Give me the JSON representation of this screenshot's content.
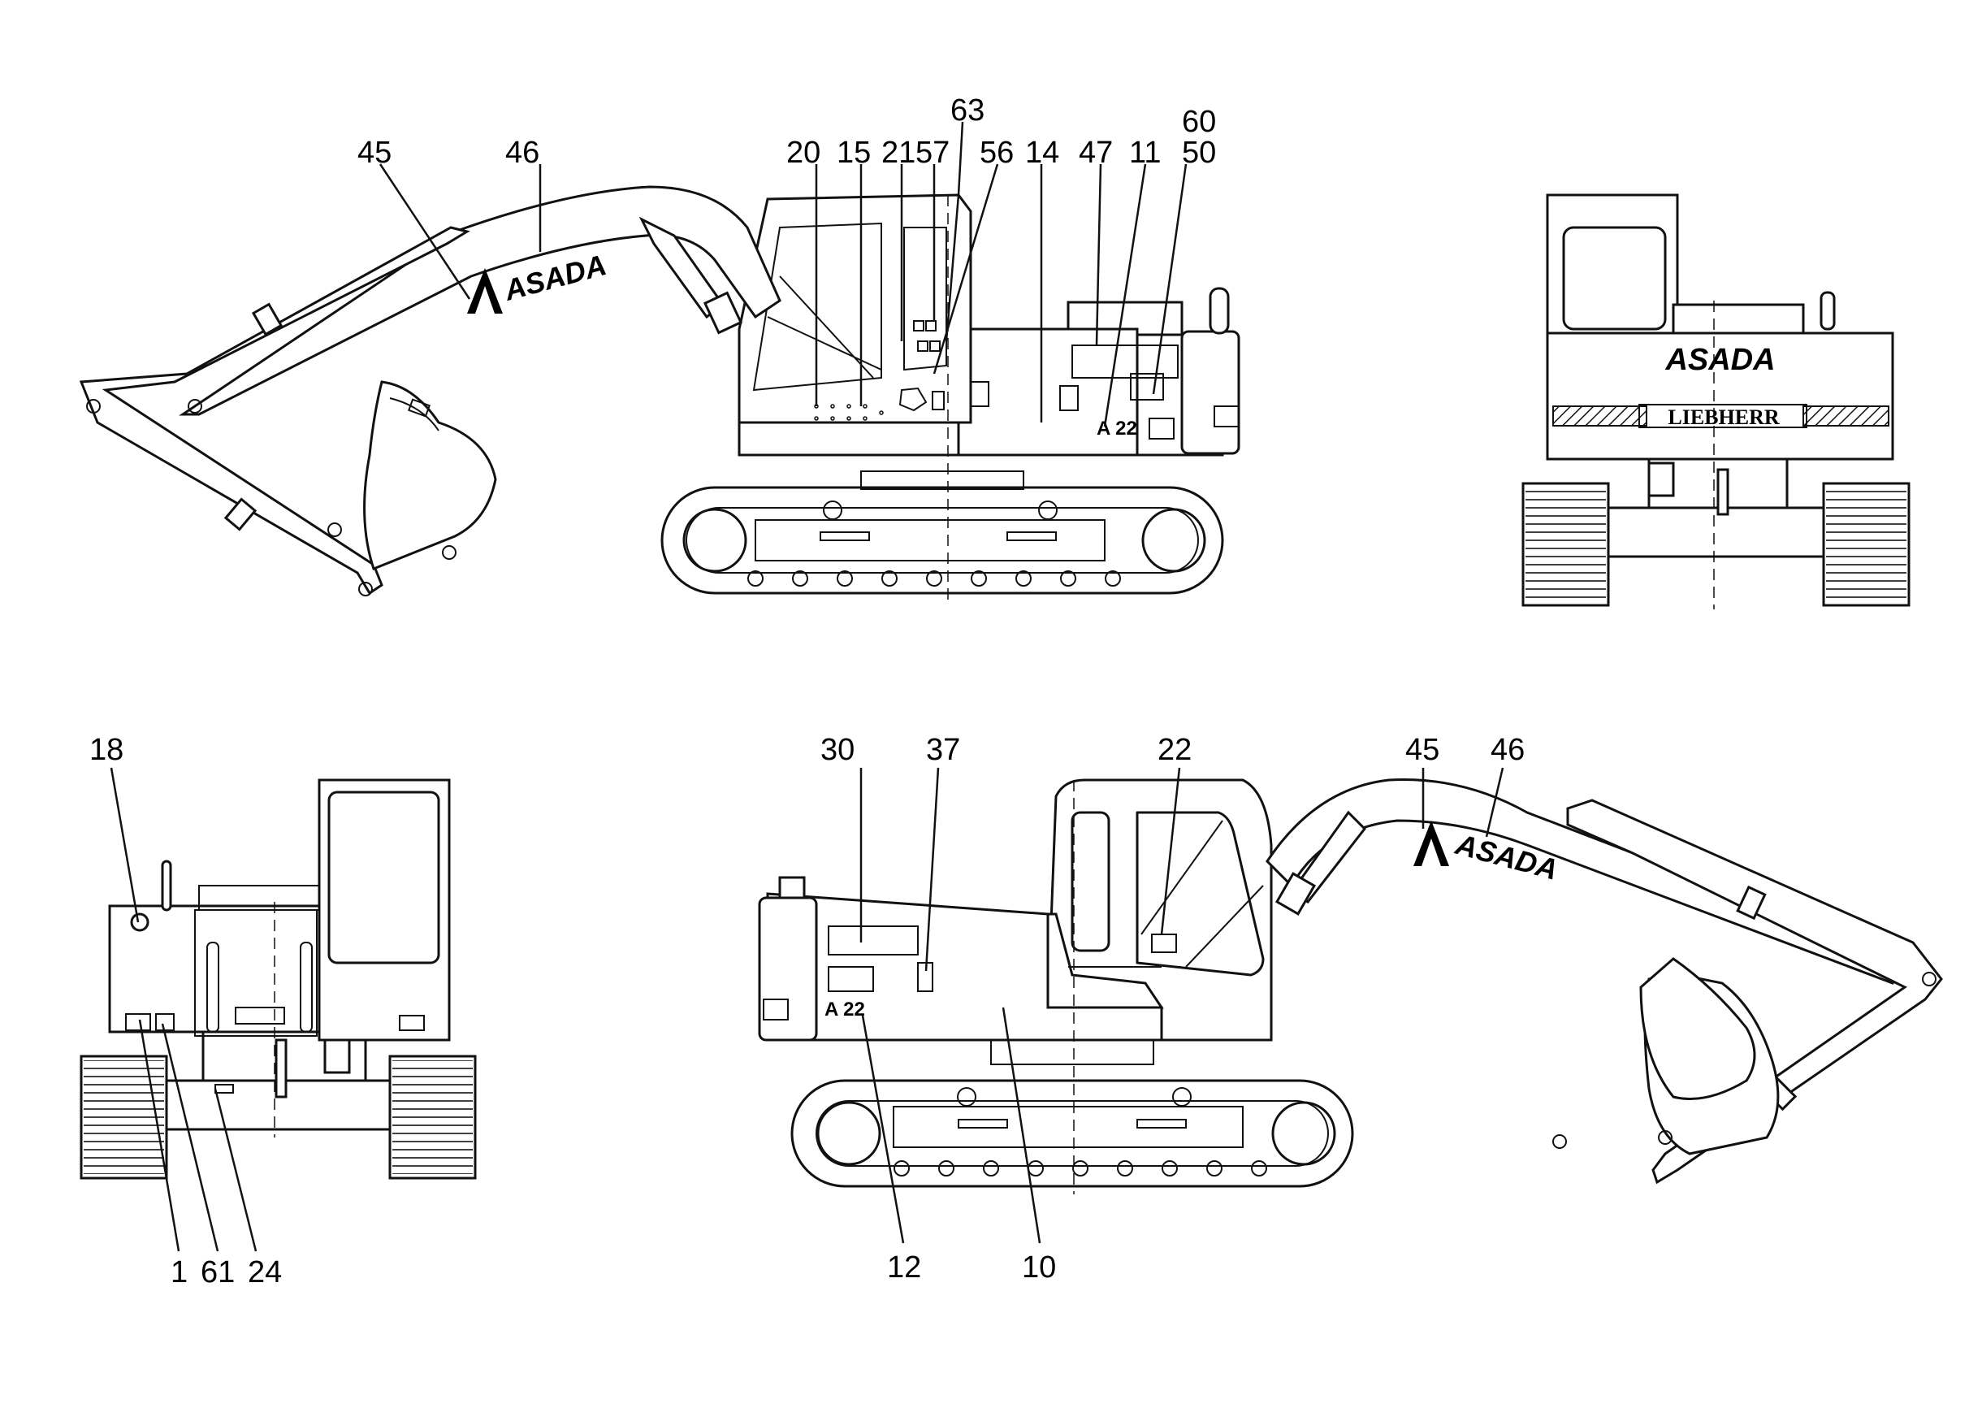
{
  "brand": "ASADA",
  "brand_secondary": "LIEBHERR",
  "model_mark": "A 22",
  "callouts": {
    "side_left": [
      "45",
      "46",
      "20",
      "15",
      "21",
      "57",
      "63",
      "56",
      "14",
      "47",
      "11",
      "60",
      "50"
    ],
    "rear": [
      "18",
      "1",
      "61",
      "24"
    ],
    "side_right": [
      "30",
      "37",
      "22",
      "45",
      "46",
      "12",
      "10"
    ]
  }
}
